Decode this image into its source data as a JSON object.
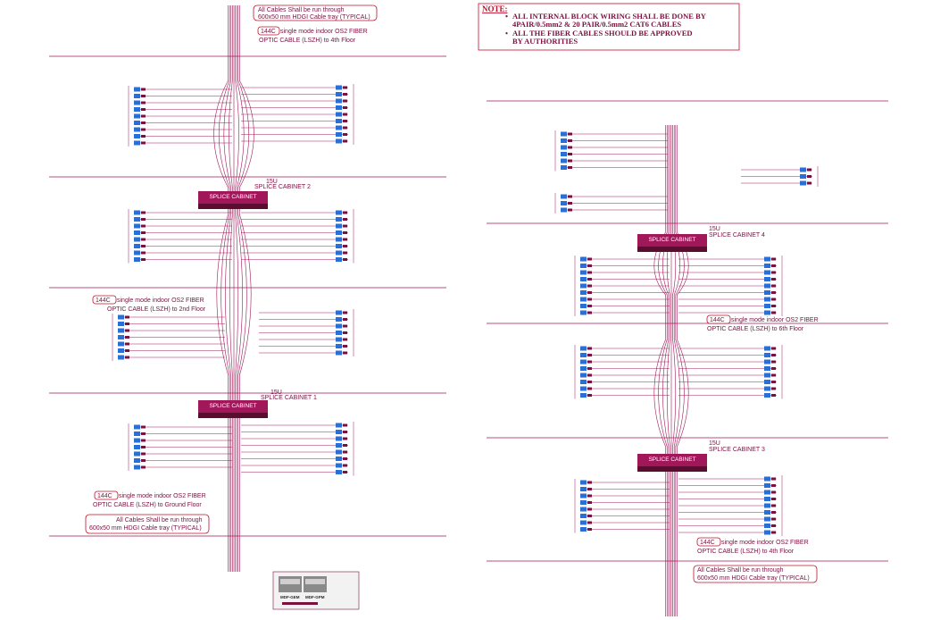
{
  "note": {
    "title": "NOTE:",
    "lines": [
      "ALL INTERNAL BLOCK WIRING SHALL BE DONE BY",
      "4PAIR/0.5mm2 & 20 PAIR/0.5mm2 CAT6 CABLES",
      "ALL THE FIBER CABLES SHOULD BE APPROVED",
      "BY AUTHORITIES"
    ]
  },
  "left_riser": {
    "top_callout_1": "All Cables Shall be run through",
    "top_callout_2": "600x50 mm HDGI Cable tray (TYPICAL)",
    "top_fiber_badge": "144C",
    "top_fiber_line_1": "single mode indoor OS2 FIBER",
    "top_fiber_line_2": "OPTIC CABLE (LSZH) to 4th Floor",
    "mid_fiber_badge": "144C",
    "mid_fiber_line_1": "single mode indoor OS2 FIBER",
    "mid_fiber_line_2": "OPTIC CABLE (LSZH) to 2nd Floor",
    "bottom_fiber_badge": "144C",
    "bottom_fiber_line_1": "single mode indoor OS2 FIBER",
    "bottom_fiber_line_2": "OPTIC CABLE (LSZH) to Ground Floor",
    "bottom_callout_1": "All Cables Shall be run through",
    "bottom_callout_2": "600x50 mm HDGI Cable tray (TYPICAL)",
    "cabinet_2": {
      "title": "SPLICE CABINET",
      "size": "15U",
      "name": "SPLICE CABINET 2"
    },
    "cabinet_1": {
      "title": "SPLICE CABINET",
      "size": "15U",
      "name": "SPLICE CABINET 1"
    }
  },
  "right_riser": {
    "cabinet_4": {
      "title": "SPLICE CABINET",
      "size": "15U",
      "name": "SPLICE CABINET 4"
    },
    "cabinet_3": {
      "title": "SPLICE CABINET",
      "size": "15U",
      "name": "SPLICE CABINET 3"
    },
    "mid_fiber_badge": "144C",
    "mid_fiber_line_1": "single mode indoor OS2 FIBER",
    "mid_fiber_line_2": "OPTIC CABLE (LSZH) to 6th Floor",
    "bottom_fiber_badge": "144C",
    "bottom_fiber_line_1": "single mode indoor OS2 FIBER",
    "bottom_fiber_line_2": "OPTIC CABLE (LSZH) to 4th Floor",
    "bottom_callout_1": "All Cables Shall be run through",
    "bottom_callout_2": "600x50 mm HDGI Cable tray (TYPICAL)"
  },
  "equipment": {
    "label_a": "MDF-GEM",
    "label_b": "MDF-GPM"
  },
  "colors": {
    "cable": "#a0185a",
    "dark": "#7a1140",
    "patch": "#2a6fd6",
    "floor_green": "#1fbf1f",
    "callout_red": "#c0102a"
  }
}
